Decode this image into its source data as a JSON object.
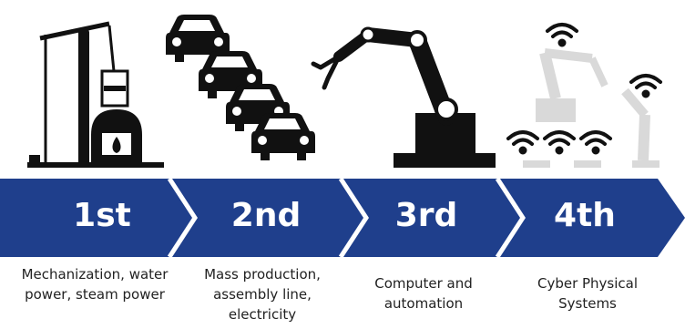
{
  "colors": {
    "band": "#1f3f8c",
    "band_divider": "#ffffff",
    "ink": "#111111",
    "faded": "#d9d9d9",
    "caption": "#222222"
  },
  "icons": {
    "stage1": "steam-engine-icon",
    "stage2": "cars-assembly-icon",
    "stage3": "robot-arm-icon",
    "stage4": "connected-robots-wifi-icon"
  },
  "stages": [
    {
      "label": "1st",
      "caption": "Mechanization, water power, steam power"
    },
    {
      "label": "2nd",
      "caption": "Mass production, assembly line, electricity"
    },
    {
      "label": "3rd",
      "caption": "Computer and automation"
    },
    {
      "label": "4th",
      "caption": "Cyber Physical Systems"
    }
  ]
}
